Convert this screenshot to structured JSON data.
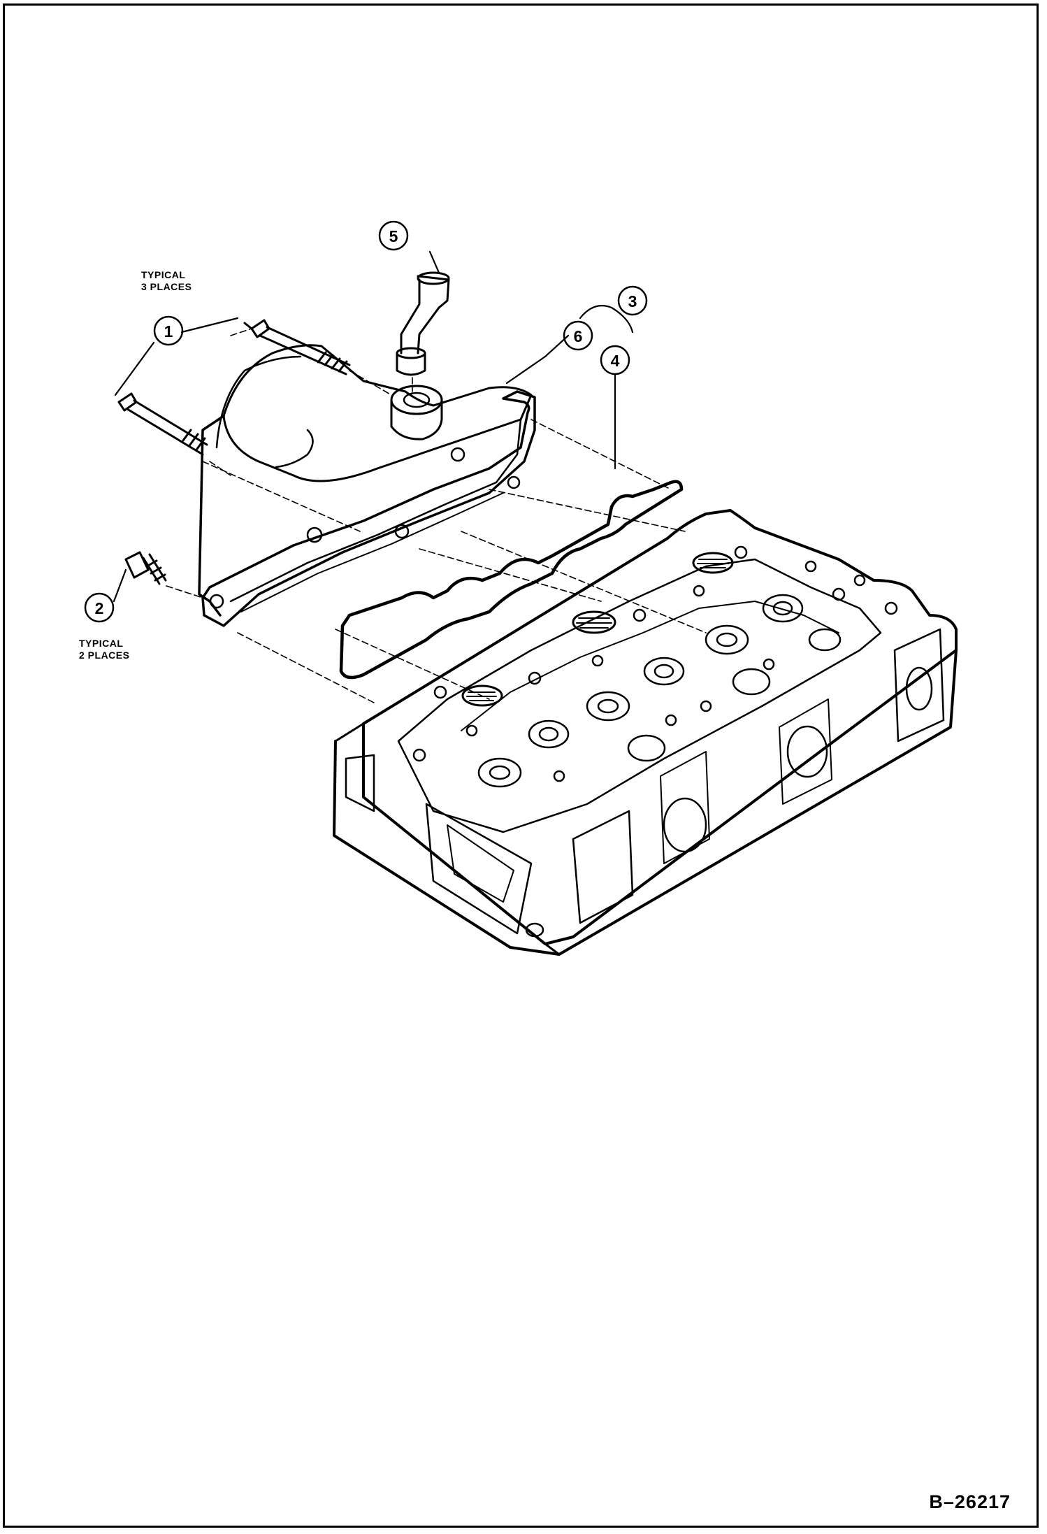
{
  "callouts": {
    "c1": "1",
    "c2": "2",
    "c3": "3",
    "c4": "4",
    "c5": "5",
    "c6": "6"
  },
  "notes": {
    "bolts_long": "TYPICAL\n3 PLACES",
    "bolts_short": "TYPICAL\n2 PLACES"
  },
  "figure_number": "B–26217"
}
